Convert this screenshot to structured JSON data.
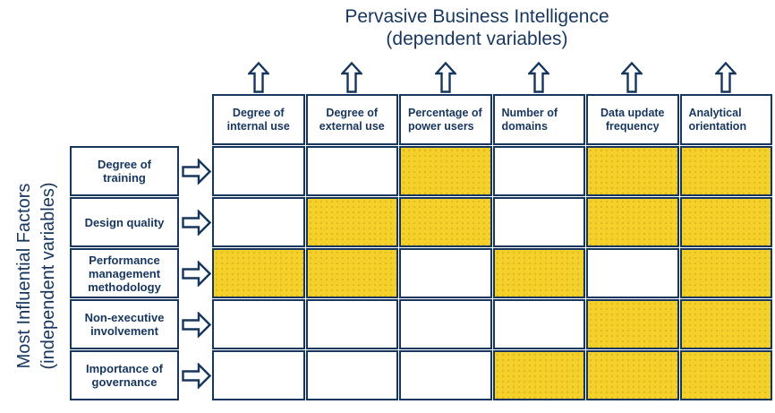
{
  "title": {
    "line1": "Pervasive Business Intelligence",
    "line2": "(dependent variables)"
  },
  "left_axis": {
    "line1": "Most Influential Factors",
    "line2": "(independent variables)"
  },
  "columns": [
    "Degree of internal use",
    "Degree of external use",
    "Percentage of power users",
    "Number of domains",
    "Data update frequency",
    "Analytical orientation"
  ],
  "rows": [
    "Degree of training",
    "Design quality",
    "Performance management methodology",
    "Non-executive involvement",
    "Importance of governance"
  ],
  "matrix": [
    [
      0,
      0,
      1,
      0,
      1,
      1
    ],
    [
      0,
      1,
      1,
      0,
      1,
      1
    ],
    [
      1,
      1,
      0,
      1,
      0,
      1
    ],
    [
      0,
      0,
      0,
      0,
      1,
      1
    ],
    [
      0,
      0,
      0,
      1,
      1,
      1
    ]
  ],
  "colors": {
    "navy": "#17365D",
    "highlight": "#F4D02A",
    "cell_background": "#FFFFFF"
  }
}
